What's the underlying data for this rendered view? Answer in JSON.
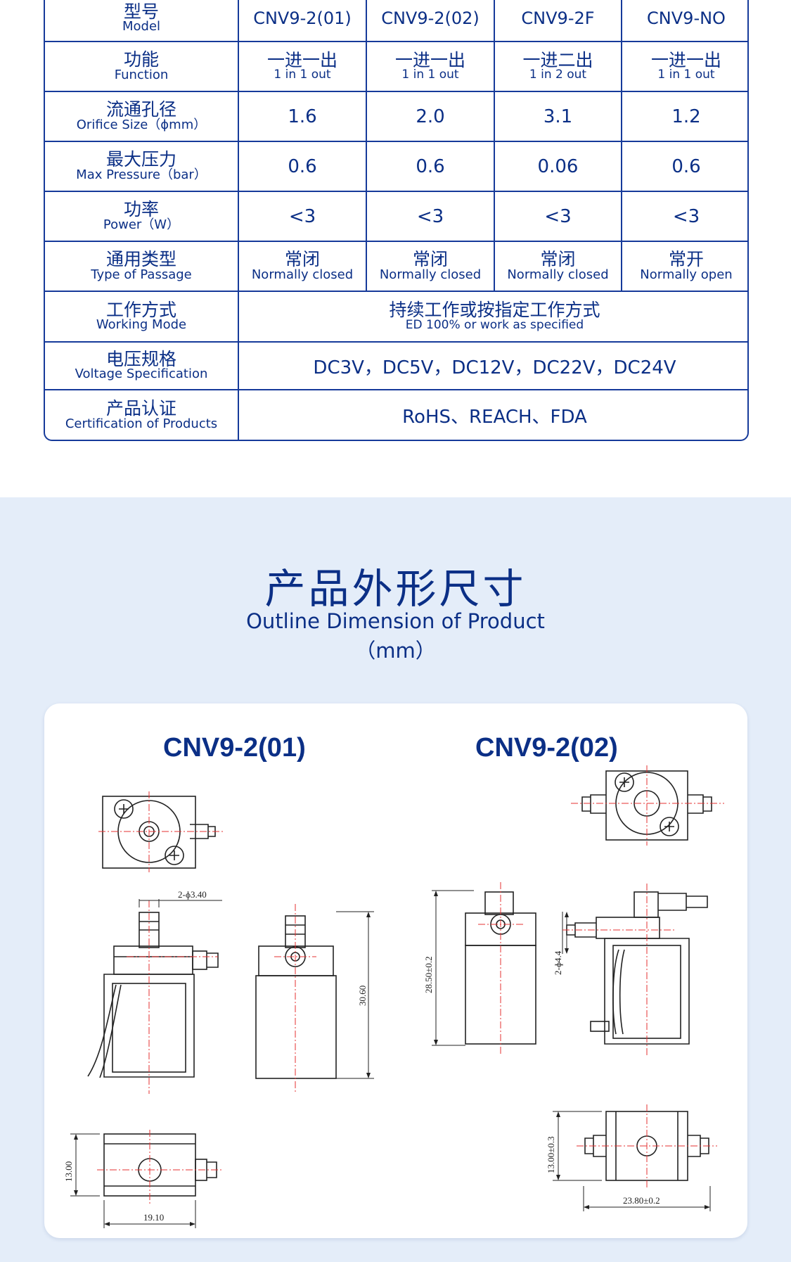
{
  "spec_table": {
    "header": {
      "label_zh": "型号",
      "label_en": "Model",
      "models": [
        "CNV9-2(01)",
        "CNV9-2(02)",
        "CNV9-2F",
        "CNV9-NO"
      ]
    },
    "rows": [
      {
        "label_zh": "功能",
        "label_en": "Function",
        "cells": [
          {
            "zh": "一进一出",
            "en": "1 in 1 out"
          },
          {
            "zh": "一进一出",
            "en": "1 in 1 out"
          },
          {
            "zh": "一进二出",
            "en": "1 in 2 out"
          },
          {
            "zh": "一进一出",
            "en": "1 in 1 out"
          }
        ]
      },
      {
        "label_zh": "流通孔径",
        "label_en": "Orifice Size（ɸmm）",
        "values": [
          "1.6",
          "2.0",
          "3.1",
          "1.2"
        ]
      },
      {
        "label_zh": "最大压力",
        "label_en": "Max Pressure（bar）",
        "values": [
          "0.6",
          "0.6",
          "0.06",
          "0.6"
        ]
      },
      {
        "label_zh": "功率",
        "label_en": "Power（W）",
        "values": [
          "<3",
          "<3",
          "<3",
          "<3"
        ]
      },
      {
        "label_zh": "通用类型",
        "label_en": "Type of Passage",
        "cells": [
          {
            "zh": "常闭",
            "en": "Normally closed"
          },
          {
            "zh": "常闭",
            "en": "Normally closed"
          },
          {
            "zh": "常闭",
            "en": "Normally closed"
          },
          {
            "zh": "常开",
            "en": "Normally open"
          }
        ]
      },
      {
        "label_zh": "工作方式",
        "label_en": "Working Mode",
        "merged_zh": "持续工作或按指定工作方式",
        "merged_en": "ED 100% or work as specified"
      },
      {
        "label_zh": "电压规格",
        "label_en": "Voltage Specification",
        "merged": "DC3V，DC5V，DC12V，DC22V，DC24V"
      },
      {
        "label_zh": "产品认证",
        "label_en": "Certification of Products",
        "merged": "RoHS、REACH、FDA"
      }
    ]
  },
  "outline": {
    "title_zh": "产品外形尺寸",
    "title_en": "Outline Dimension of Product",
    "unit": "（mm）",
    "products": [
      {
        "name": "CNV9-2(01)",
        "dims": {
          "hole": "2-ɸ3.40",
          "height": "30.60",
          "width": "19.10",
          "depth": "13.00"
        }
      },
      {
        "name": "CNV9-2(02)",
        "dims": {
          "hole": "2-ɸ4.4",
          "height": "28.50±0.2",
          "width": "23.80±0.2",
          "depth": "13.00±0.3"
        }
      }
    ]
  }
}
